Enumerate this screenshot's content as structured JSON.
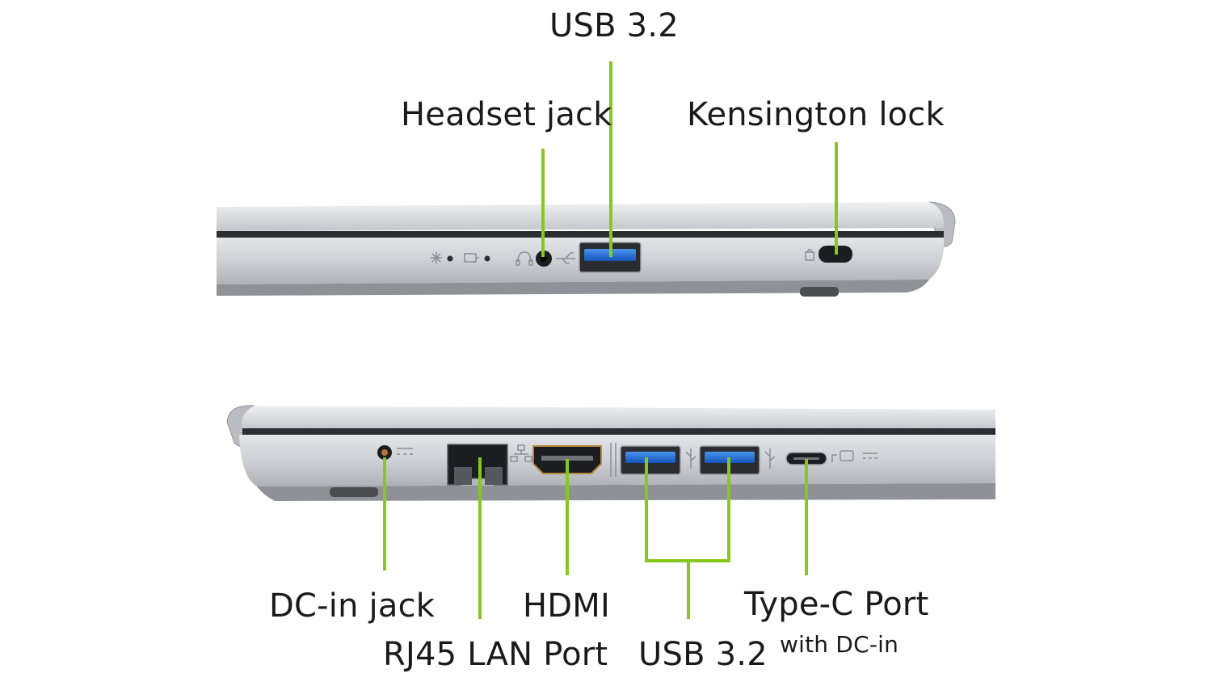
{
  "labels": {
    "top": {
      "usb": "USB 3.2",
      "headset": "Headset jack",
      "kensington": "Kensington lock"
    },
    "bottom": {
      "dc_in": "DC-in jack",
      "rj45": "RJ45 LAN Port",
      "hdmi": "HDMI",
      "usb": "USB 3.2",
      "type_c": "Type-C Port",
      "type_c_sub": "with DC-in"
    }
  },
  "colors": {
    "leader_line": "#86c81e",
    "chassis": "#c9ccd1",
    "chassis_dark": "#2b2d31",
    "usb_blue": "#1f6fd6"
  },
  "icons": {
    "top": [
      "power-indicator-icon",
      "battery-indicator-icon",
      "headset-icon",
      "usb-icon",
      "lock-icon"
    ],
    "bottom": [
      "dc-power-icon",
      "network-icon",
      "hdmi-icon",
      "usb-icon",
      "usb-icon",
      "usb-c-dc-icon"
    ]
  }
}
